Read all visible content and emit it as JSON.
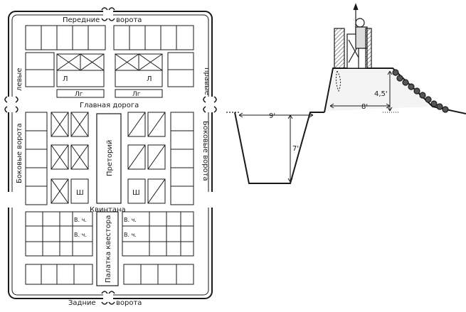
{
  "camp": {
    "gates": {
      "front": "Передние",
      "front_suffix": "ворота",
      "rear": "Задние",
      "rear_suffix": "ворота",
      "left": "левые",
      "right": "правые",
      "side_left": "Боковые ворота",
      "side_right": "Боковые ворота"
    },
    "main_road": "Главная дорога",
    "praetorium": "Преторий",
    "quintana": "Квинтана",
    "quaestor_tent": "Палатка квестора",
    "legion_mark": "Л",
    "legate_mark": "Лг",
    "headquarters_mark": "Ш",
    "aux_mark": "В. ч."
  },
  "profile": {
    "ditch_width": "9'",
    "ditch_depth": "7'",
    "rampart_width": "8'",
    "rampart_height": "4,5'"
  }
}
